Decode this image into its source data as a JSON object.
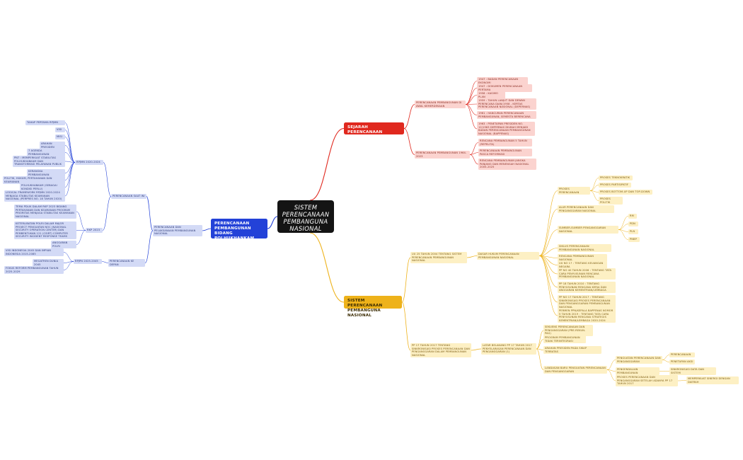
{
  "root": {
    "title": "SISTEM PERENCANAAN PEMBANGUNA NASIONAL"
  },
  "branches": {
    "sejarah": {
      "title": "SEJARAH PERENCANAAN PEMBANGUNAN NASIONAL",
      "awal": {
        "label": "PERENCANAAN PEMBANGUNAN DI AWAL KEMERDEKAAN",
        "items": [
          "1947 : BADAN PERENCANAAN EKONOMI",
          "1947 : DOKUMEN PERENCANAAN PERTAMA",
          "1958 : KASIMO PLAN",
          "1959 : TAHUN LANJUT DAN DEWAN PERENCANA DJAN(1958 - KERTAS PERENCANAAN NASIONAL (DEPERNAS)",
          "1961 : HANCURAN PERENCANAAN PEMBANGUNAN, SEMESTA BERENCANA",
          "1963 : PENETAPAN PRESIDEN NO. 12/1963 DEPERNAS DIUBAH MENJADI BADAN PERENCANAAN PEMBANGUNAN NASIONAL (BAPPENAS)"
        ]
      },
      "pasca": {
        "label": "PERENCANAAN PEMBANGUNAN 1964-2023",
        "items": [
          "RENCANA PEMBANGUNAN 5 TAHUN (REPELITA)",
          "PERENCANAAN PEMBANGUNAN PASCA REFORMASI",
          "RENCANA PEMBANGUNAN JANGKA PANJANG DAN MENENGAH NASIONAL 2005-2025"
        ]
      }
    },
    "polhukam": {
      "title": "PERENCANAAN PEMBANGUNAN BIDANG POLHUKHANKAM",
      "level1": "PERENCANAAN DAN PELAKSANAAN PEMBANGUNAN NASIONAL",
      "saat_ini": {
        "label": "PERENCANAAN SAAT INI",
        "rpjmn": {
          "label": "RPJMN 2020-2024",
          "items": [
            "TAHAP PERTAMA RPJMN",
            "VISI",
            "MISI",
            "ARAHAN PRESIDEN",
            "7 AGENDA PEMBANGUNAN",
            "PN7 : MEMPERKUAT STABILITAS POLHUKHANKAM DAN TRANSFORMASI PELAYANAN PUBLIK",
            "KERANGKA PEMBANGUNAN",
            "POLITIK, HUKUM, PERTAHANAN DAN KEAMANAN",
            "POLHUKHANKAM (SEBAGAI KONDISI PERLU)",
            "LOGICAL FRAMEWORK RPJMN 2020-2024 MENJAGA STABILITAS KEAMANAN NASIONAL (PERPRES NO. 18 TAHUN 2020)"
          ]
        },
        "rkp": {
          "label": "RKP 2023",
          "items": [
            "TEMA PDLIK DALAM RKP 2023 BIDANG PERTAHANAN DAN KEAMANAN PROGRAM PRIORITAS MENJAGA STABILITAS KEAMANAN NASIONAL",
            "KETERLIBATAN POLRI DALAM MAJOR PROJECT PENGUATAN NOC (NASIONAL SECURITY OPERATION CENTER) DAN PEMBENTUKAN 121 (CSIRT) COMPUTER SECURITY INCIDENT RESPONSE TEAMS",
            "ANGGARAN POLRI"
          ]
        }
      },
      "ke_depan": {
        "label": "PERENCANAAN KE DEPAN",
        "rpjpn": {
          "label": "RPJPN 2025-2045",
          "items": [
            "VISI INDONESIA 2045 DAN IMPIAN INDONESIA 2015-2085",
            "MEGATREN DUNIA 2045",
            "FOKUS REFORM PEMBANGUNAN TAHUN 2025-2029"
          ]
        }
      }
    },
    "sistem": {
      "title": "SISTEM PERENCANAAN PEMBANGUNA NASIONAL",
      "uu": {
        "label": "UU 25 TAHUN 2004 TENTANG SISTEM PERENCANAAN PEMBANGUNAN NASIONAL",
        "dasar": "DASAR HUKUM PERENCANAAN PEMBANGUNAN NASIONAL",
        "proses": {
          "label": "PROSES PERENCANAAN",
          "items": [
            "PROSES TEKNOKRATIK",
            "PROSES PARTISIPATIF",
            "PROSES BOTTOM-UP DAN TOP-DOWN",
            "PROSES POLITIK"
          ]
        },
        "alur": "ALUR PERENCANAAN DAN PENGANGGARAN NASIONAL",
        "sumber": {
          "label": "SUMBER-SUMBER PENGANGGARAN NASIONAL",
          "items": [
            "RM",
            "PDN",
            "PLN",
            "PNBP"
          ]
        },
        "others": [
          "SIKLUS PERENCANAAN PEMBANGUNAN NASIONAL",
          "RENCANA PEMBANGUNAN NASIONAL",
          "UU NO 17 : TENTANG KEUANGAN NEGARA",
          "PP NO 40 TAHUN 2006 : TENTANG TATA CARA PENYUSUNAN RENCANA PEMBANGUNAN NASIONAL",
          "PP 18 TAHUN 2010 : TENTANG PENYUSUNAN RENCANA KERJA DAN ANGGARAN KEMENTRIAN/LEMBAGA",
          "PP NO 17 TAHUN 2017 : TENTANG SINKRONISASI PROSES PERENCANAAN DAN PENGANGGARAN PEMBANGUNAN NASIONAL",
          "PERMEN PPN/KEPALA BAPPENAS NOMOR 5 TAHUN 2019 : TENTANG TATA CARA PENYUSUNAN RENCANA STRATEGIS KEMENTRIAN/LEMBAGA 2020-2024"
        ]
      },
      "pp17": {
        "label": "PP 17 TAHUN 2017 TENTANG SINKRONISASI PROSES PERENCANAAN DAN PENGANGGARAN DALAM PEMBANGUNAN NASIONAL",
        "latar": "LATAR BELAKANG PP 17 TAHUN 2017 PENYELARASAN PERENCANAAN DAN PENGANGGARAN (1)",
        "items": [
          "SEKUENS PERENCANAAN DAN PENGANGGARAN (PRE-REKUN-PAG)",
          "PROGRAM PEMBANGUNAN TIDAK TERINTEGRASI",
          "ARAHAN PRESIDEN PADA SIKAP TERBATAS"
        ],
        "landasan": {
          "label": "LANDASAN BARU PENGUATAN PERENCANAAN DAN PENGANGGARAN",
          "penguatan": "PENGUATAN PERENCANAAN DAN PENGANGGARAN",
          "penguatan_items": [
            "PERENCANAAN",
            "PENETAPAN AKSI"
          ],
          "pengendalian": "PENGENDALIAN PEMBANGUNAN",
          "pengendalian_item": "SINKRONISASI DATA DAN SISTEM",
          "proses": "PROSES PERENCANAAN DAN PENGANGGARAN SETELAH ADANYA PP 17 TAHUN 2017",
          "proses_item": "MEMPERKUAT SINERGI DENGAN DAERAH"
        }
      }
    }
  },
  "colors": {
    "red": "#e0281e",
    "blue": "#2342d8",
    "yellow": "#eeb21a",
    "root": "#141414"
  }
}
